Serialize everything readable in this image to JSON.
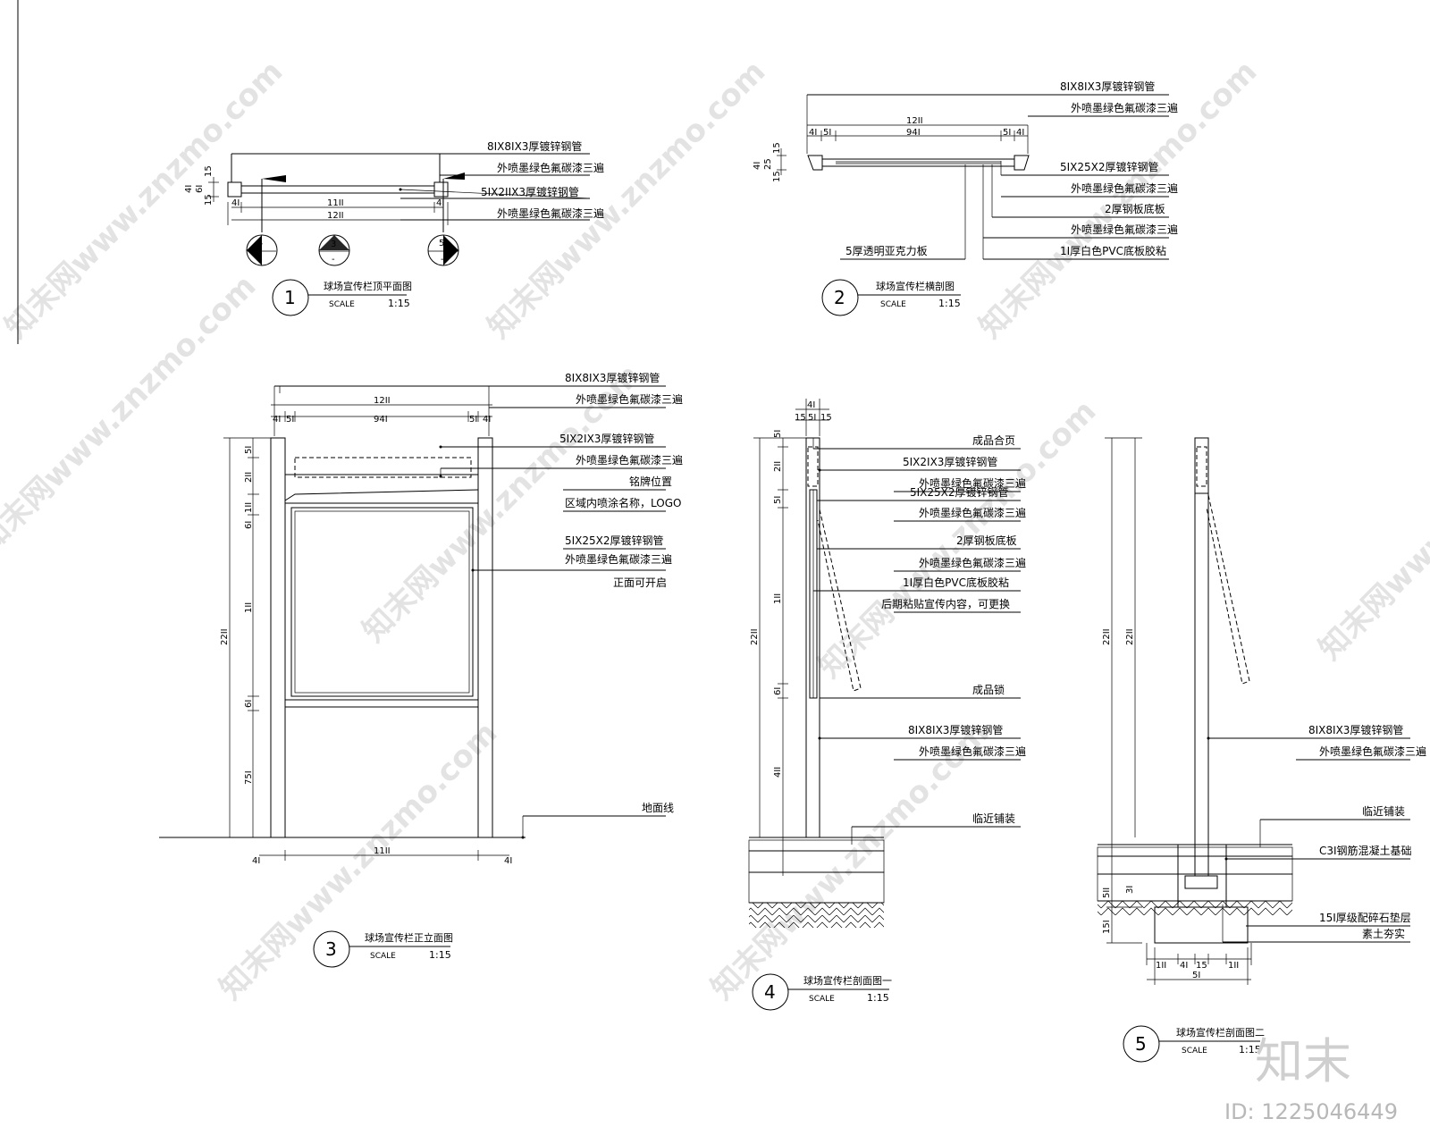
{
  "watermark": {
    "text": "知末网www.znzmo.com"
  },
  "brand": {
    "logo": "知末",
    "id": "ID: 1225046449"
  },
  "drawing1": {
    "num": "1",
    "title": "球场宣传栏顶平面图",
    "scale_label": "SCALE",
    "scale": "1:15",
    "notes": [
      "8ⅠX8ⅠX3厚镀锌钢管",
      "外喷墨绿色氟碳漆三遍",
      "5ⅠX2ⅠⅠX3厚镀锌钢管",
      "外喷墨绿色氟碳漆三遍"
    ],
    "dims": [
      "11ⅠⅠ",
      "12ⅠⅠ",
      "4Ⅰ",
      "4Ⅰ",
      "4Ⅰ",
      "6Ⅰ",
      "15",
      "15"
    ],
    "sections": [
      "4",
      "3",
      "5"
    ],
    "section_sub": "-"
  },
  "drawing2": {
    "num": "2",
    "title": "球场宣传栏横剖图",
    "scale_label": "SCALE",
    "scale": "1:15",
    "notes": [
      "8ⅠX8ⅠX3厚镀锌钢管",
      "外喷墨绿色氟碳漆三遍",
      "5ⅠX25X2厚镀锌钢管",
      "外喷墨绿色氟碳漆三遍",
      "2厚钢板底板",
      "外喷墨绿色氟碳漆三遍",
      "1Ⅰ厚白色PVC底板胶粘",
      "5厚透明亚克力板"
    ],
    "dims": [
      "12ⅠⅠ",
      "94Ⅰ",
      "4Ⅰ",
      "5Ⅰ",
      "5Ⅰ",
      "4Ⅰ",
      "4Ⅰ",
      "25",
      "15",
      "15"
    ]
  },
  "drawing3": {
    "num": "3",
    "title": "球场宣传栏正立面图",
    "scale_label": "SCALE",
    "scale": "1:15",
    "notes": [
      "8ⅠX8ⅠX3厚镀锌钢管",
      "外喷墨绿色氟碳漆三遍",
      "5ⅠX2ⅠX3厚镀锌钢管",
      "外喷墨绿色氟碳漆三遍",
      "铭牌位置",
      "区域内喷涂名称，LOGO",
      "5ⅠX25X2厚镀锌钢管",
      "外喷墨绿色氟碳漆三遍",
      "正面可开启",
      "地面线"
    ],
    "dims_top": [
      "12ⅠⅠ",
      "94Ⅰ",
      "4Ⅰ",
      "5Ⅰ",
      "5Ⅰ",
      "4Ⅰ"
    ],
    "dims_bottom": [
      "11ⅠⅠ",
      "4Ⅰ",
      "4Ⅰ"
    ],
    "dims_side": [
      "22ⅠⅠ",
      "5Ⅰ",
      "2ⅠⅠ",
      "1ⅠⅠ",
      "6Ⅰ",
      "1ⅠⅠ",
      "6Ⅰ",
      "75Ⅰ"
    ]
  },
  "drawing4": {
    "num": "4",
    "title": "球场宣传栏剖面图一",
    "scale_label": "SCALE",
    "scale": "1:15",
    "notes": [
      "成品合页",
      "5ⅠX2ⅠX3厚镀锌钢管",
      "外喷墨绿色氟碳漆三遍",
      "5ⅠX25X2厚镀锌钢管",
      "外喷墨绿色氟碳漆三遍",
      "2厚钢板底板",
      "外喷墨绿色氟碳漆三遍",
      "1Ⅰ厚白色PVC底板胶粘",
      "后期粘贴宣传内容，可更换",
      "成品锁",
      "8ⅠX8ⅠX3厚镀锌钢管",
      "外喷墨绿色氟碳漆三遍",
      "临近铺装"
    ],
    "dims_top": [
      "4Ⅰ",
      "15",
      "5Ⅰ",
      "15"
    ],
    "dims_side": [
      "22ⅠⅠ",
      "5Ⅰ",
      "2ⅠⅠ",
      "5Ⅰ",
      "1ⅠⅠ",
      "6Ⅰ",
      "4ⅠⅠ"
    ]
  },
  "drawing5": {
    "num": "5",
    "title": "球场宣传栏剖面图二",
    "scale_label": "SCALE",
    "scale": "1:15",
    "notes": [
      "8ⅠX8ⅠX3厚镀锌钢管",
      "外喷墨绿色氟碳漆三遍",
      "临近铺装",
      "C3Ⅰ钢筋混凝土基础",
      "15Ⅰ厚级配碎石垫层",
      "素土夯实"
    ],
    "dims_side": [
      "22ⅠⅠ",
      "22ⅠⅠ",
      "5ⅠⅠ",
      "3Ⅰ",
      "15Ⅰ"
    ],
    "dims_bottom": [
      "1ⅠⅠ",
      "4Ⅰ",
      "15",
      "1ⅠⅠ",
      "5Ⅰ"
    ]
  }
}
